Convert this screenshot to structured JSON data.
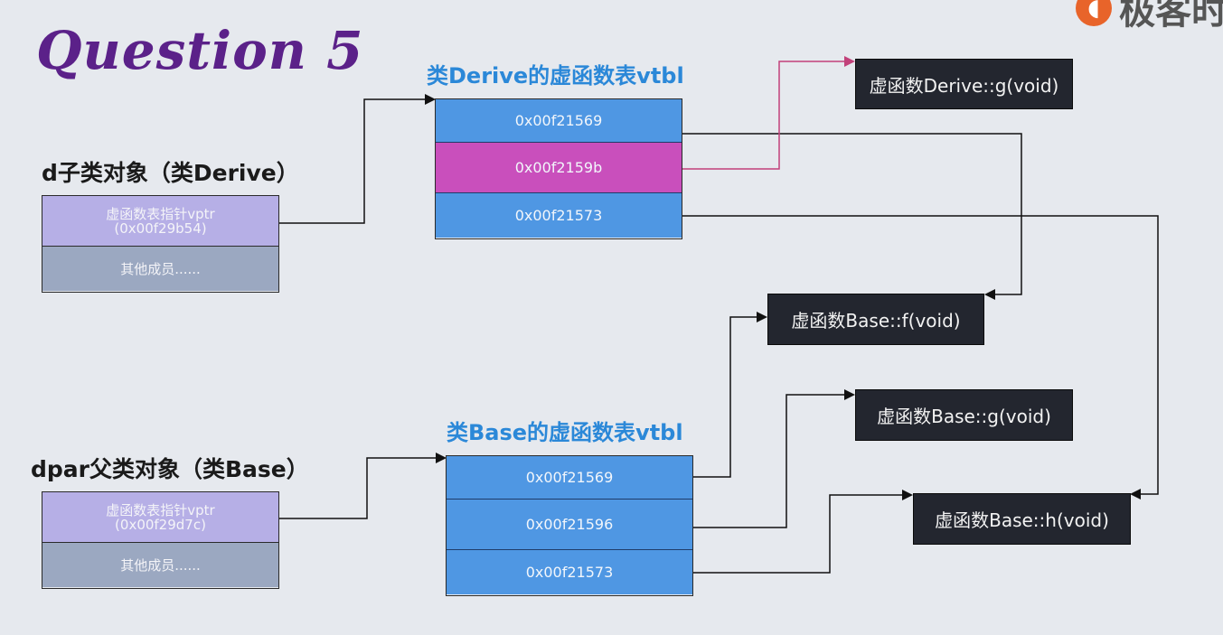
{
  "title": "Question 5",
  "logo": {
    "text": "极客时"
  },
  "derive_object": {
    "label": "d子类对象（类Derive）",
    "vptr_line1": "虚函数表指针vptr",
    "vptr_line2": "(0x00f29b54)",
    "other": "其他成员......"
  },
  "base_object": {
    "label": "dpar父类对象（类Base）",
    "vptr_line1": "虚函数表指针vptr",
    "vptr_line2": "(0x00f29d7c)",
    "other": "其他成员......"
  },
  "derive_vtbl": {
    "title": "类Derive的虚函数表vtbl",
    "slots": [
      "0x00f21569",
      "0x00f2159b",
      "0x00f21573"
    ]
  },
  "base_vtbl": {
    "title": "类Base的虚函数表vtbl",
    "slots": [
      "0x00f21569",
      "0x00f21596",
      "0x00f21573"
    ]
  },
  "functions": {
    "derive_g": "虚函数Derive::g(void)",
    "base_f": "虚函数Base::f(void)",
    "base_g": "虚函数Base::g(void)",
    "base_h": "虚函数Base::h(void)"
  },
  "colors": {
    "title": "#5b2189",
    "vtbl_title": "#2b88d8",
    "slot": "#4f97e3",
    "slot_highlight": "#c94fbc",
    "vptr": "#b6afe6",
    "other": "#9ba8c1",
    "func_box": "#23262f",
    "highlight_arrow": "#c2417a"
  }
}
